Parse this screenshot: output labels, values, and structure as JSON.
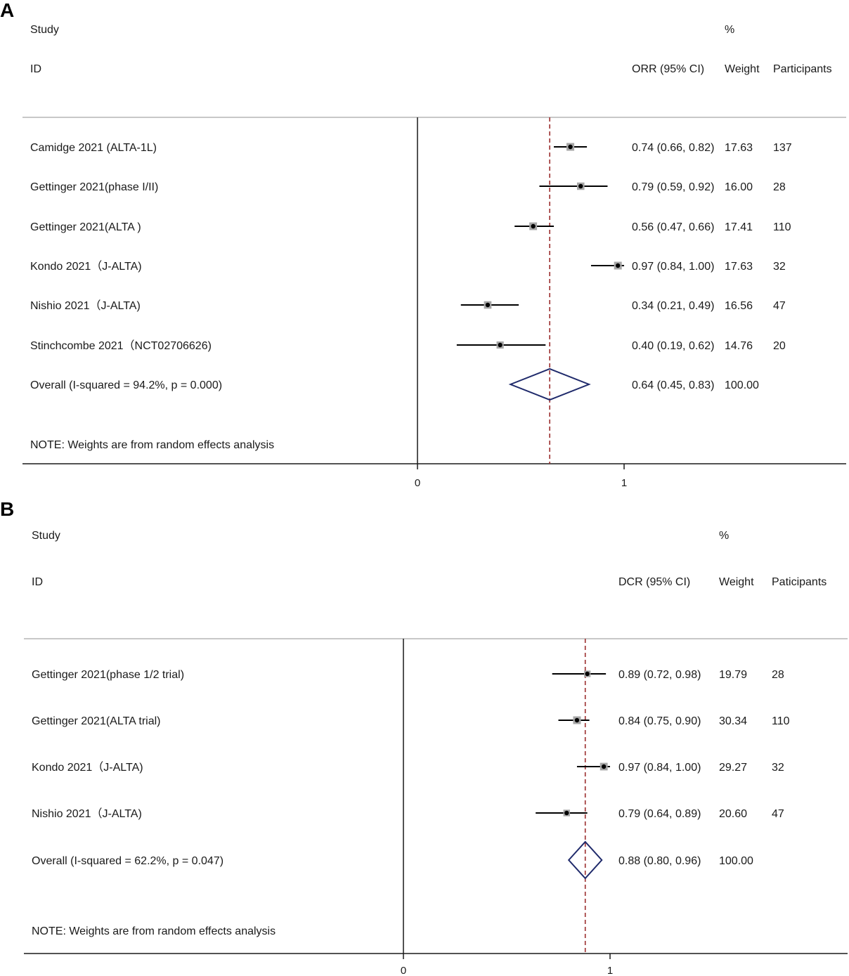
{
  "chart_data": [
    {
      "type": "forest",
      "panel_label": "A",
      "headers": {
        "study_top": "Study",
        "study_bottom": "ID",
        "estimate": "ORR (95% CI)",
        "weight_top": "%",
        "weight_bottom": "Weight",
        "participants": "Participants"
      },
      "xlim": [
        0,
        1
      ],
      "x_ticks": [
        0,
        1
      ],
      "x_tick_labels": [
        "0",
        "1"
      ],
      "reference_line": 0,
      "overall_line_color": "#9b2d2d",
      "studies": [
        {
          "label": "Camidge 2021 (ALTA-1L)",
          "est": 0.74,
          "lo": 0.66,
          "hi": 0.82,
          "ci_text": "0.74 (0.66, 0.82)",
          "weight": "17.63",
          "participants": "137"
        },
        {
          "label": "Gettinger 2021(phase I/II)",
          "est": 0.79,
          "lo": 0.59,
          "hi": 0.92,
          "ci_text": "0.79 (0.59, 0.92)",
          "weight": "16.00",
          "participants": "28"
        },
        {
          "label": "Gettinger 2021(ALTA )",
          "est": 0.56,
          "lo": 0.47,
          "hi": 0.66,
          "ci_text": "0.56 (0.47, 0.66)",
          "weight": "17.41",
          "participants": "110"
        },
        {
          "label": "Kondo 2021（J-ALTA)",
          "est": 0.97,
          "lo": 0.84,
          "hi": 1.0,
          "ci_text": "0.97 (0.84, 1.00)",
          "weight": "17.63",
          "participants": "32"
        },
        {
          "label": "Nishio 2021（J-ALTA)",
          "est": 0.34,
          "lo": 0.21,
          "hi": 0.49,
          "ci_text": "0.34 (0.21, 0.49)",
          "weight": "16.56",
          "participants": "47"
        },
        {
          "label": "Stinchcombe 2021（NCT02706626)",
          "est": 0.4,
          "lo": 0.19,
          "hi": 0.62,
          "ci_text": "0.40 (0.19, 0.62)",
          "weight": "14.76",
          "participants": "20"
        }
      ],
      "overall": {
        "label": "Overall  (I-squared = 94.2%, p = 0.000)",
        "est": 0.64,
        "lo": 0.45,
        "hi": 0.83,
        "ci_text": "0.64 (0.45, 0.83)",
        "weight": "100.00"
      },
      "note": "NOTE: Weights are from random effects analysis"
    },
    {
      "type": "forest",
      "panel_label": "B",
      "headers": {
        "study_top": "Study",
        "study_bottom": "ID",
        "estimate": "DCR (95% CI)",
        "weight_top": "%",
        "weight_bottom": "Weight",
        "participants": "Paticipants"
      },
      "xlim": [
        0,
        1
      ],
      "x_ticks": [
        0,
        1
      ],
      "x_tick_labels": [
        "0",
        "1"
      ],
      "reference_line": 0,
      "overall_line_color": "#9b2d2d",
      "studies": [
        {
          "label": "Gettinger 2021(phase 1/2 trial)",
          "est": 0.89,
          "lo": 0.72,
          "hi": 0.98,
          "ci_text": "0.89 (0.72, 0.98)",
          "weight": "19.79",
          "participants": "28"
        },
        {
          "label": "Gettinger 2021(ALTA trial)",
          "est": 0.84,
          "lo": 0.75,
          "hi": 0.9,
          "ci_text": "0.84 (0.75, 0.90)",
          "weight": "30.34",
          "participants": "110"
        },
        {
          "label": "Kondo 2021（J-ALTA)",
          "est": 0.97,
          "lo": 0.84,
          "hi": 1.0,
          "ci_text": "0.97 (0.84, 1.00)",
          "weight": "29.27",
          "participants": "32"
        },
        {
          "label": "Nishio 2021（J-ALTA)",
          "est": 0.79,
          "lo": 0.64,
          "hi": 0.89,
          "ci_text": "0.79 (0.64, 0.89)",
          "weight": "20.60",
          "participants": "47"
        }
      ],
      "overall": {
        "label": "Overall  (I-squared = 62.2%, p = 0.047)",
        "est": 0.88,
        "lo": 0.8,
        "hi": 0.96,
        "ci_text": "0.88 (0.80, 0.96)",
        "weight": "100.00"
      },
      "note": "NOTE: Weights are from random effects analysis"
    }
  ]
}
